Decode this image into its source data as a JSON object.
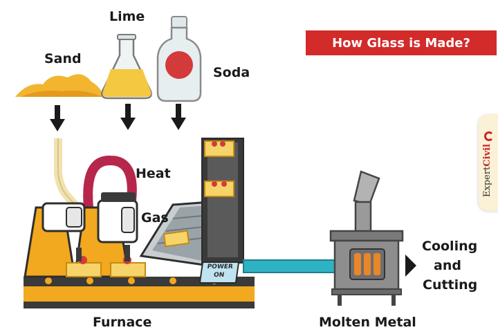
{
  "title": "How Glass is Made?",
  "brand": {
    "prefix": "Expert",
    "highlight": "Civil"
  },
  "labels": {
    "sand": "Sand",
    "lime": "Lime",
    "soda": "Soda",
    "heat": "Heat",
    "gas": "Gas",
    "furnace": "Furnace",
    "molten_metal": "Molten Metal",
    "cooling_line1": "Cooling",
    "cooling_line2": "and",
    "cooling_line3": "Cutting",
    "power_line1": "POWER",
    "power_line2": "ON"
  },
  "colors": {
    "banner": "#d32a2a",
    "furnace_orange": "#f2a81f",
    "sand_yellow": "#f3b530",
    "pipe_red": "#b7264b",
    "pipe_teal": "#2fb2c4",
    "stove_gray": "#8e8e8e"
  }
}
